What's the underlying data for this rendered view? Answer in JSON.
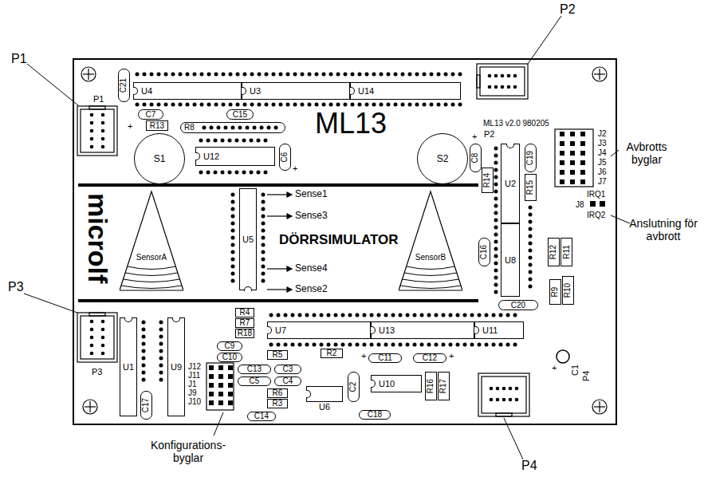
{
  "diagram": {
    "nodes": [
      {
        "text": [
          "C21"
        ]
      },
      {
        "text": [
          "U4"
        ]
      },
      {
        "text": [
          "U3"
        ]
      },
      {
        "text": [
          "U14"
        ]
      },
      {
        "text": [
          "C7"
        ]
      },
      {
        "text": [
          "C15"
        ]
      },
      {
        "text": [
          "R8"
        ]
      },
      {
        "text": [
          "R13"
        ]
      },
      {
        "text": [
          "S1"
        ]
      },
      {
        "text": [
          "U12"
        ]
      },
      {
        "text": [
          "C6"
        ]
      },
      {
        "text": [
          "S2"
        ]
      },
      {
        "text": [
          "C8"
        ]
      },
      {
        "text": [
          "R14"
        ]
      },
      {
        "text": [
          "U2"
        ]
      },
      {
        "text": [
          "C19"
        ]
      },
      {
        "text": [
          "R15"
        ]
      },
      {
        "text": [
          "SensorA"
        ]
      },
      {
        "text": [
          "U5"
        ]
      },
      {
        "text": [
          "SensorB"
        ]
      },
      {
        "text": [
          "U8"
        ]
      },
      {
        "text": [
          "C16"
        ]
      },
      {
        "text": [
          "R12"
        ]
      },
      {
        "text": [
          "R11"
        ]
      },
      {
        "text": [
          "R10"
        ]
      },
      {
        "text": [
          "R9"
        ]
      },
      {
        "text": [
          "C20"
        ]
      },
      {
        "text": [
          "U1"
        ]
      },
      {
        "text": [
          "U9"
        ]
      },
      {
        "text": [
          "R4"
        ]
      },
      {
        "text": [
          "U7"
        ]
      },
      {
        "text": [
          "U13"
        ]
      },
      {
        "text": [
          "U11"
        ]
      },
      {
        "text": [
          "R7"
        ]
      },
      {
        "text": [
          "R18"
        ]
      },
      {
        "text": [
          "C9"
        ]
      },
      {
        "text": [
          "C10"
        ]
      },
      {
        "text": [
          "R5"
        ]
      },
      {
        "text": [
          "R2"
        ]
      },
      {
        "text": [
          "C11"
        ]
      },
      {
        "text": [
          "C12"
        ]
      },
      {
        "text": [
          "C13"
        ]
      },
      {
        "text": [
          "C3"
        ]
      },
      {
        "text": [
          "C5"
        ]
      },
      {
        "text": [
          "C4"
        ]
      },
      {
        "text": [
          "C2"
        ]
      },
      {
        "text": [
          "U10"
        ]
      },
      {
        "text": [
          "R16"
        ]
      },
      {
        "text": [
          "R17"
        ]
      },
      {
        "text": [
          "R6"
        ]
      },
      {
        "text": [
          "R3"
        ]
      },
      {
        "text": [
          "C17"
        ]
      },
      {
        "text": [
          "C14"
        ]
      },
      {
        "text": [
          "U6"
        ]
      },
      {
        "text": [
          "C18"
        ]
      }
    ],
    "labels": [
      "P1",
      "P2",
      "P3",
      "P4",
      "Avbrotts byglar",
      "Anslutning för avbrott",
      "Konfigurations- byglar",
      "P1",
      "P2",
      "P3",
      "P4",
      "ML13",
      "ML13 v2.0 980205",
      "J2",
      "J3",
      "J4",
      "J5",
      "J6",
      "J7",
      "IRQ1",
      "J8",
      "IRQ2",
      "microlf",
      "Sense1",
      "Sense3",
      "DÖRRSIMULATOR",
      "Sense4",
      "Sense2",
      "J12",
      "J11",
      "J1",
      "J9",
      "J10",
      "C1",
      "+",
      "+",
      "+",
      "+",
      "+",
      "+"
    ]
  }
}
